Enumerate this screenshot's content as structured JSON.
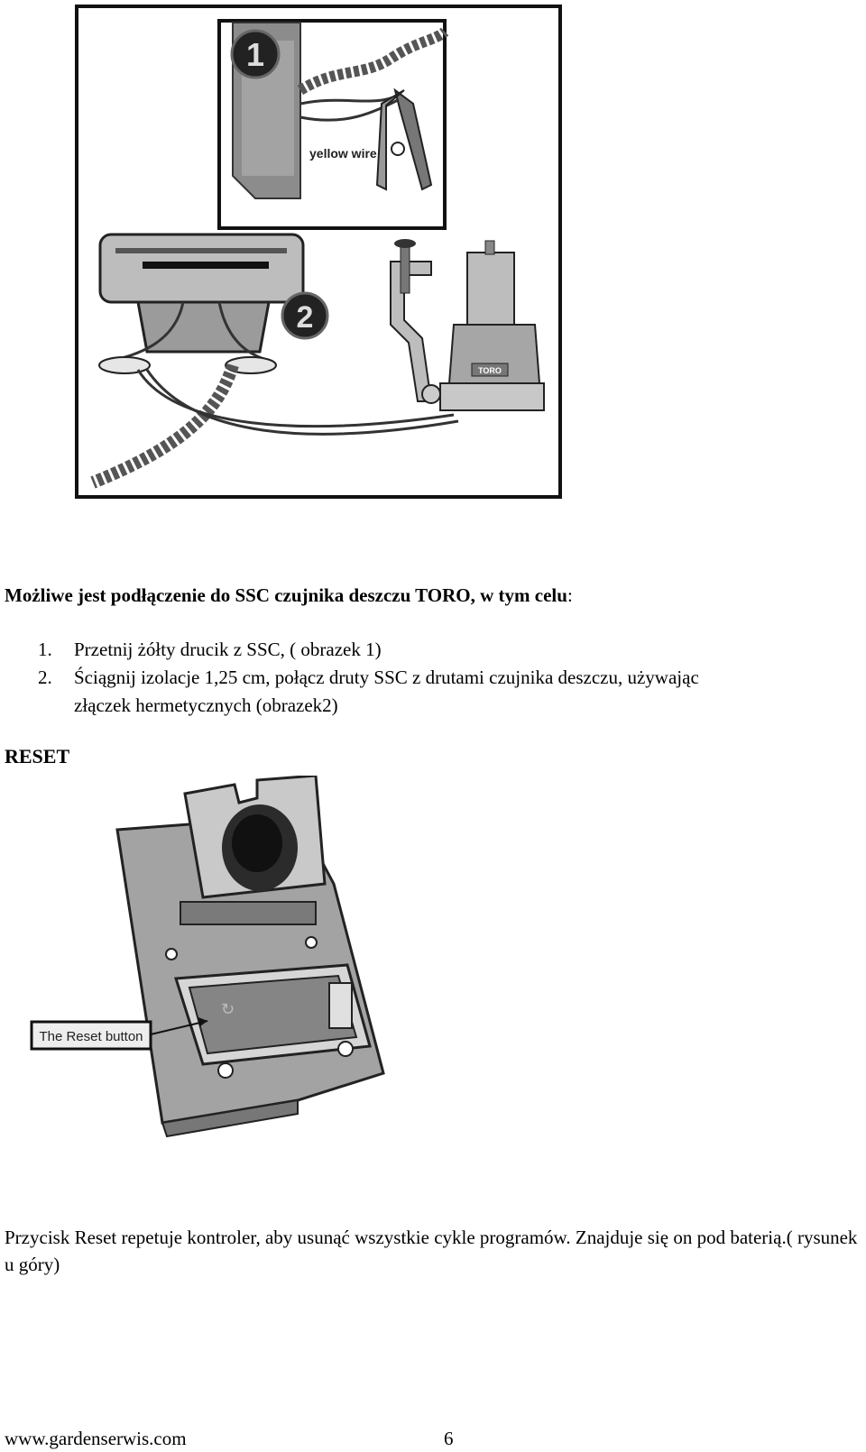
{
  "figure1": {
    "callout1": "1",
    "callout2": "2",
    "wire_label": "yellow wire",
    "brand_label": "TORO"
  },
  "intro": {
    "text": "Możliwe jest podłączenie do SSC czujnika deszczu TORO, w tym celu",
    "colon": ":"
  },
  "steps": [
    {
      "num": "1.",
      "text": "Przetnij żółty drucik z SSC, ( obrazek 1)"
    },
    {
      "num": "2.",
      "text": "Ściągnij izolacje 1,25 cm, połącz druty SSC z drutami czujnika deszczu, używając",
      "cont": "złączek hermetycznych (obrazek2)"
    }
  ],
  "reset": {
    "heading": "RESET",
    "button_label": "The Reset button",
    "description": "Przycisk Reset repetuje kontroler, aby usunąć wszystkie cykle programów. Znajduje się on pod baterią.( rysunek u góry)"
  },
  "footer": {
    "site": "www.gardenserwis.com",
    "page": "6"
  }
}
